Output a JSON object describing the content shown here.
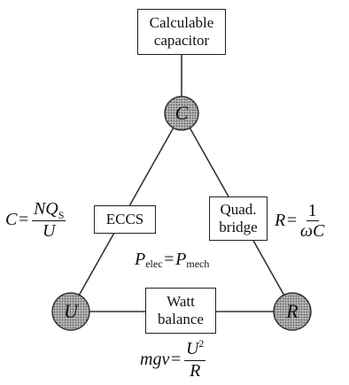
{
  "boxes": {
    "calculable_capacitor": [
      "Calculable",
      "capacitor"
    ],
    "eccs": "ECCS",
    "quad_bridge": [
      "Quad.",
      "bridge"
    ],
    "watt_balance": [
      "Watt",
      "balance"
    ]
  },
  "nodes": {
    "top": "C",
    "left": "U",
    "right": "R"
  },
  "equations": {
    "capacitance": {
      "lhs": "C",
      "num_main": "NQ",
      "num_sub": "S",
      "den": "U"
    },
    "resistance": {
      "lhs": "R",
      "num": "1",
      "den": "ωC"
    },
    "power": {
      "p1": "P",
      "p1_sub": "elec",
      "p2": "P",
      "p2_sub": "mech"
    },
    "watt": {
      "lhs": "mgv",
      "num_main": "U",
      "num_sup": "2",
      "den": "R"
    }
  },
  "colors": {
    "line": "#333333",
    "node_fill": "#8a8a8a"
  }
}
